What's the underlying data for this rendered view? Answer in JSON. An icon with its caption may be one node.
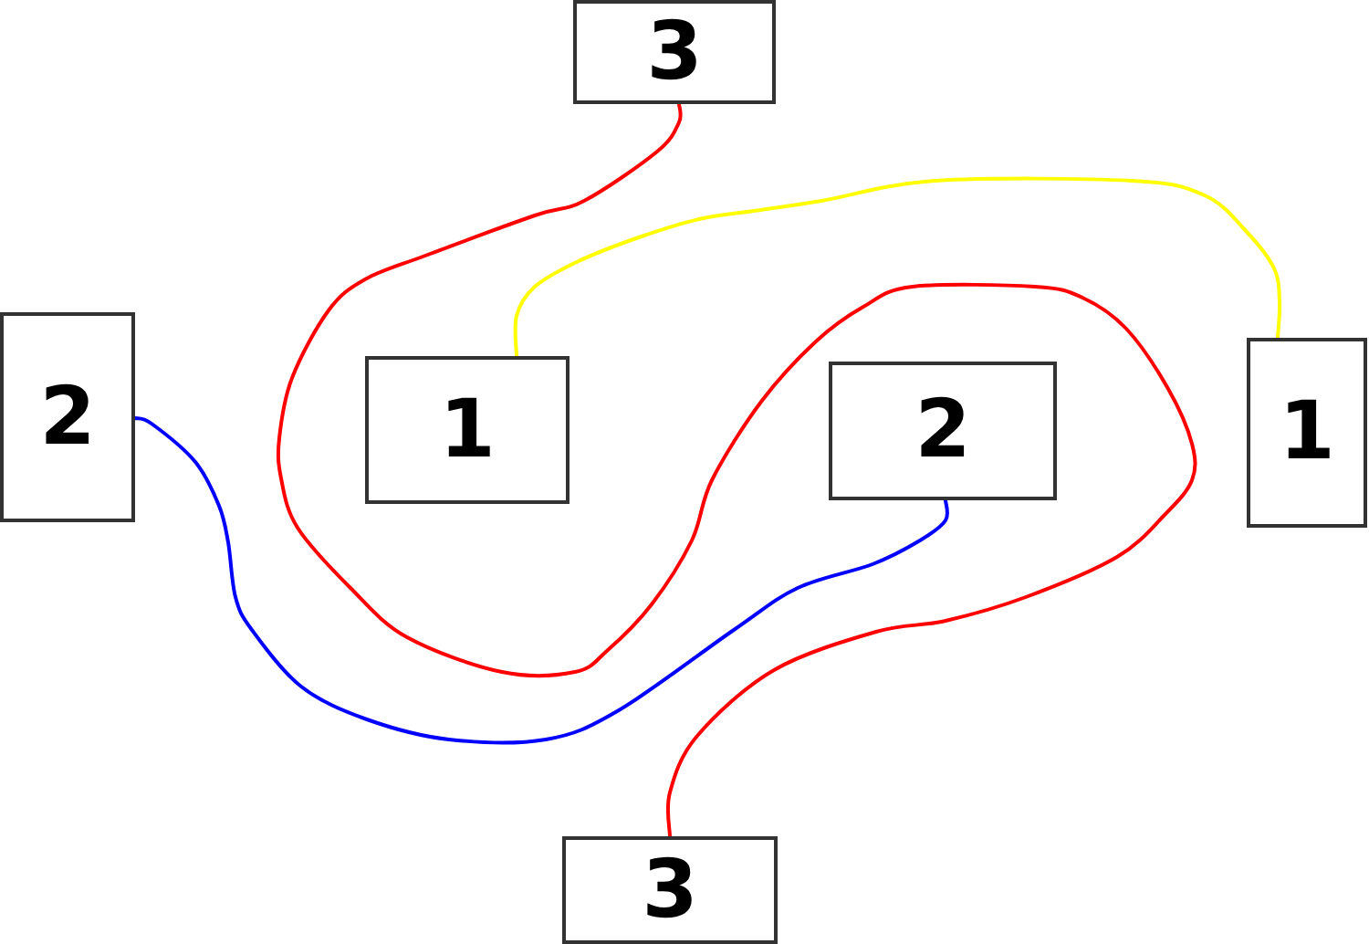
{
  "diagram": {
    "nodes": [
      {
        "text": [
          "3"
        ]
      },
      {
        "text": [
          "2"
        ]
      },
      {
        "text": [
          "1"
        ]
      },
      {
        "text": [
          "2"
        ]
      },
      {
        "text": [
          "1"
        ]
      },
      {
        "text": [
          "3"
        ]
      }
    ],
    "edges": [
      {
        "from": 0,
        "to": 5,
        "arrow": "none",
        "color": "#ff0000"
      },
      {
        "from": 2,
        "to": 4,
        "arrow": "none",
        "color": "#ffff00"
      },
      {
        "from": 1,
        "to": 3,
        "arrow": "none",
        "color": "#0000ff"
      }
    ]
  }
}
